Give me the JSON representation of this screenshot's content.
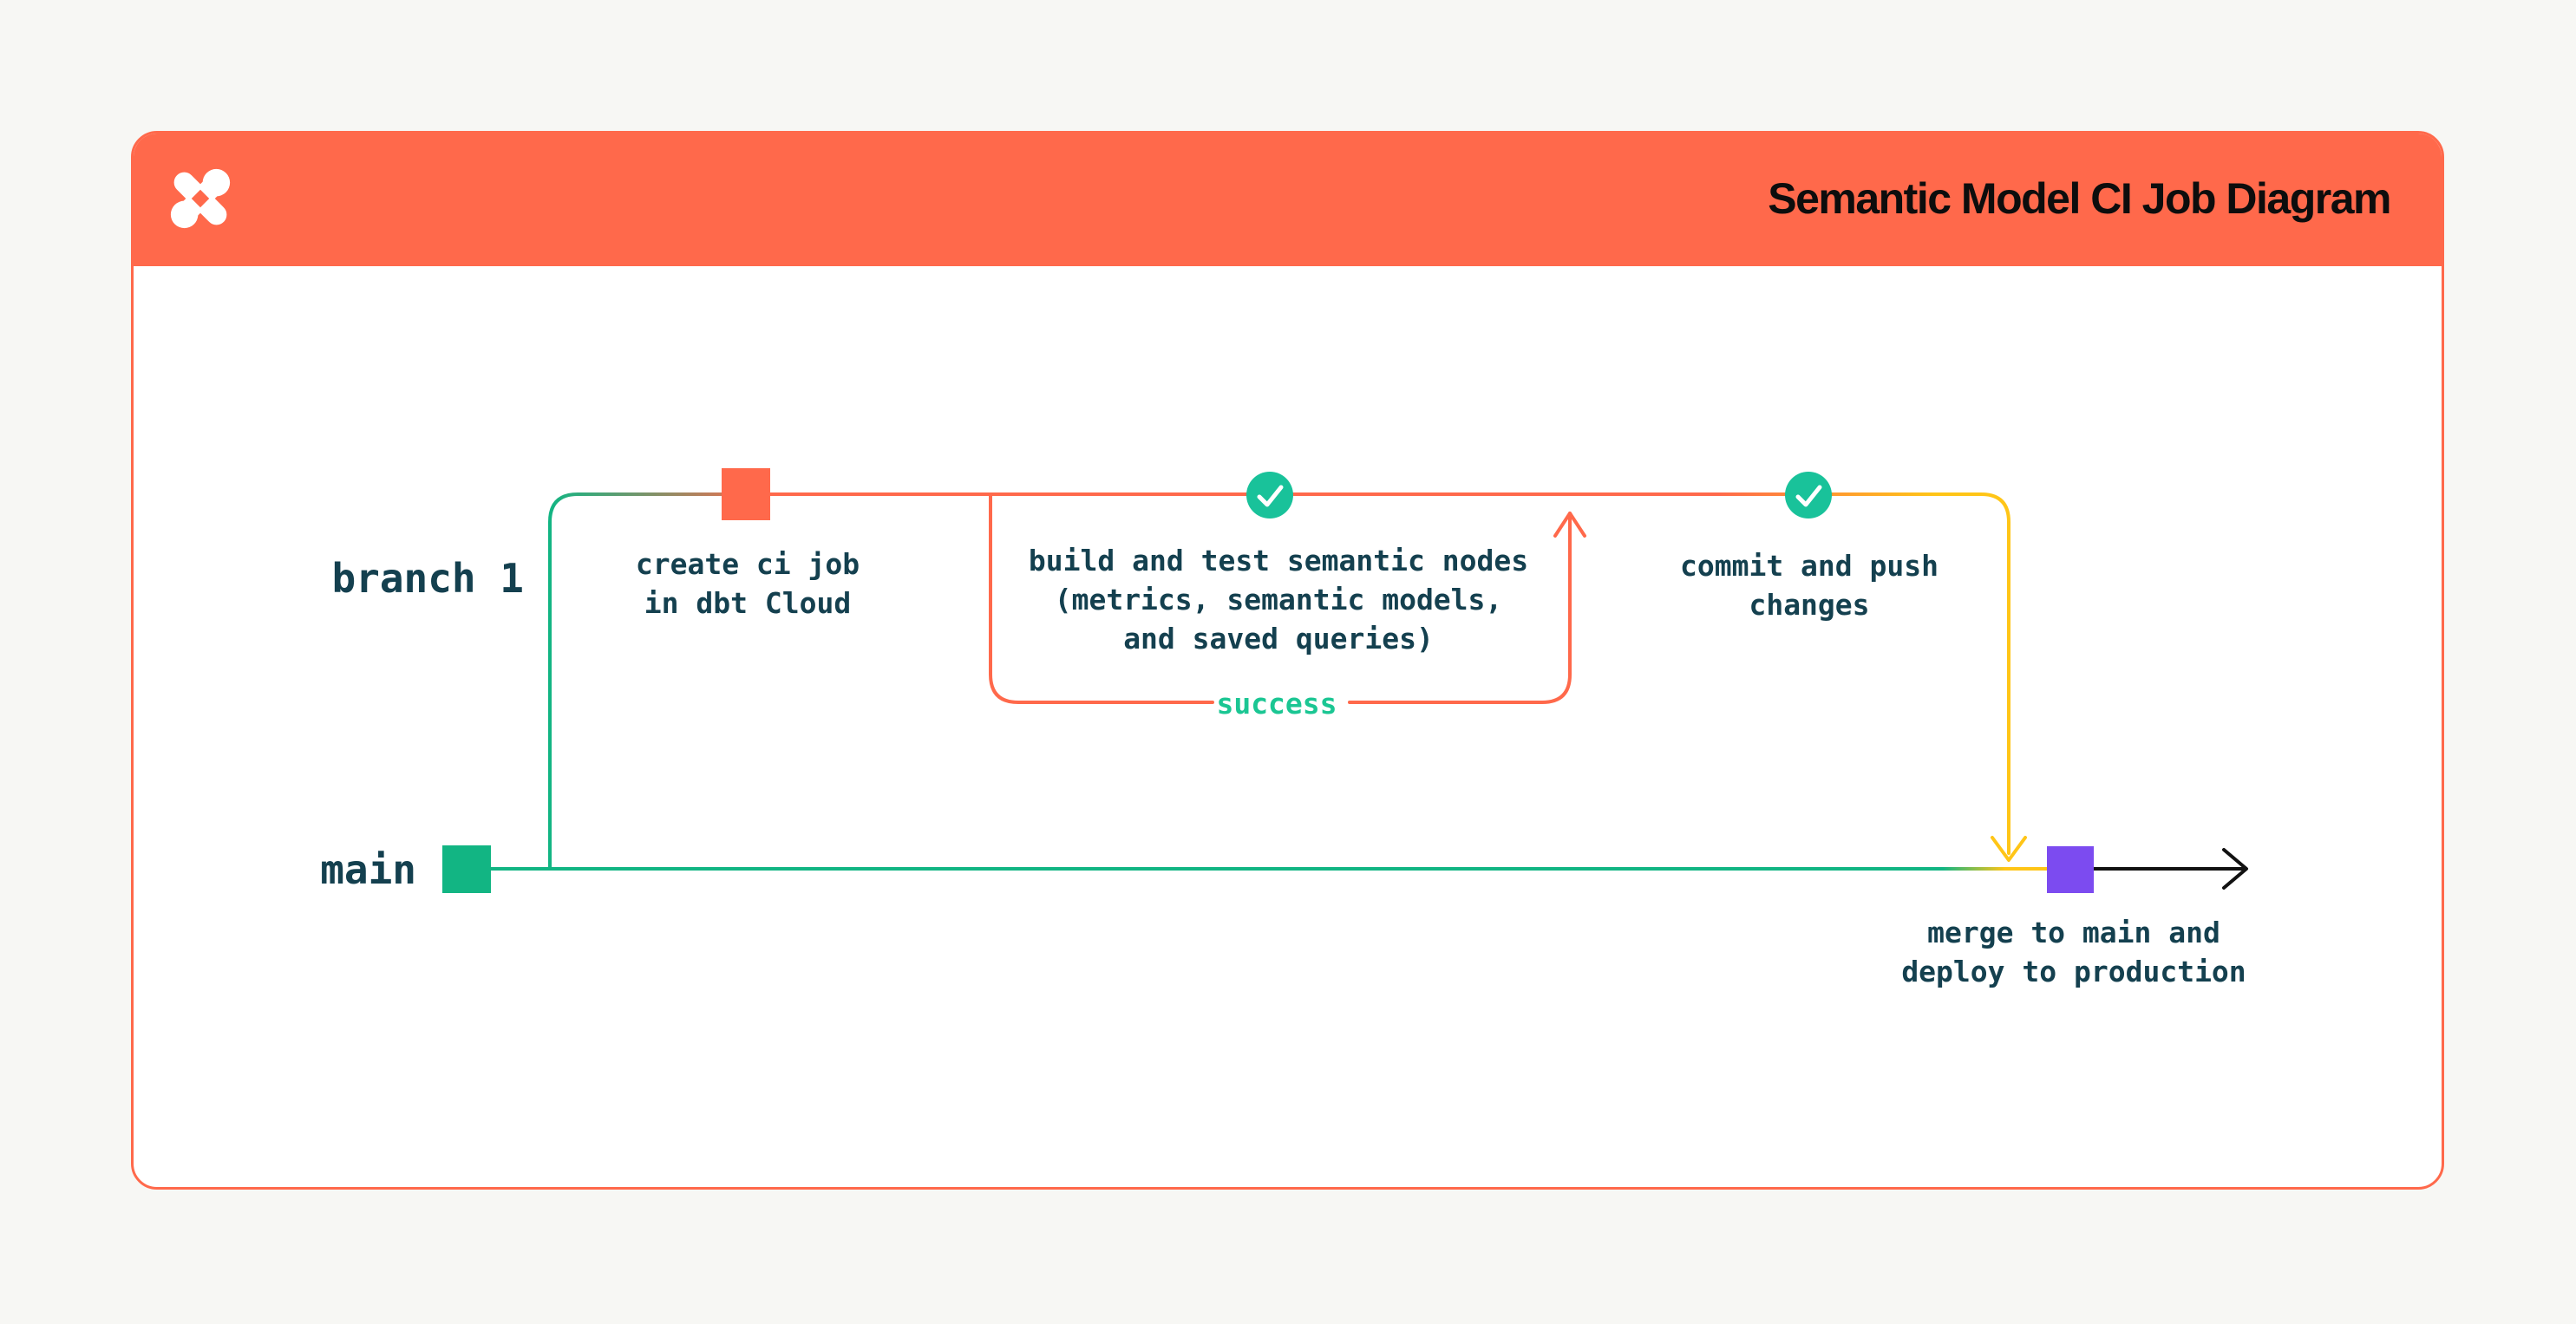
{
  "header": {
    "title": "Semantic Model CI Job Diagram",
    "logo_icon": "dbt-pinwheel-star",
    "background": "#FF694B",
    "title_color": "#0D0D0D"
  },
  "diagram": {
    "lanes": [
      {
        "id": "branch-1",
        "label": "branch 1"
      },
      {
        "id": "main",
        "label": "main"
      }
    ],
    "nodes": [
      {
        "id": "create-ci-job",
        "marker": "orange-square",
        "lines": [
          "create ci job",
          "in dbt Cloud"
        ]
      },
      {
        "id": "build-and-test",
        "marker": "check-circle",
        "lines": [
          "build and test semantic nodes",
          "(metrics, semantic models,",
          "and saved queries)"
        ]
      },
      {
        "id": "commit-and-push",
        "marker": "check-circle",
        "lines": [
          "commit and push",
          "changes"
        ]
      },
      {
        "id": "merge-and-deploy",
        "marker": "purple-square",
        "lines": [
          "merge to main and",
          "deploy to production"
        ]
      }
    ],
    "annotations": [
      {
        "id": "success-loop",
        "label": "success"
      }
    ],
    "icons": {
      "check": "✓",
      "logo": "dbt-pinwheel-star"
    },
    "colors": {
      "accent_orange": "#FF694B",
      "branch_green": "#12B583",
      "check_green": "#19C29A",
      "success_green": "#1BC693",
      "merge_yellow": "#FFC517",
      "commit_purple": "#7C4BF0",
      "label_navy": "#14404F",
      "arrow_black": "#111111",
      "card_bg": "#FFFFFF",
      "page_bg": "#F7F7F4"
    }
  }
}
